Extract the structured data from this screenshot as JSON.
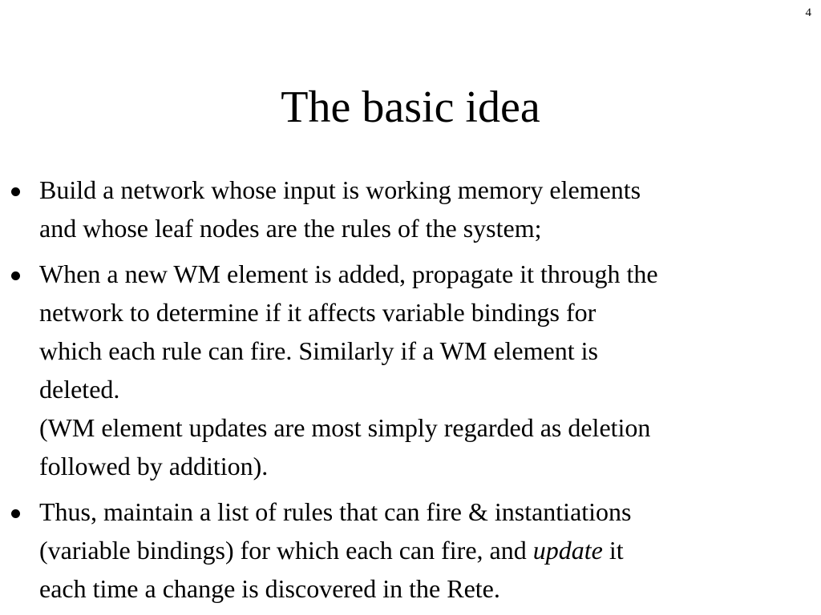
{
  "page_number": "4",
  "title": "The basic idea",
  "bullets": [
    {
      "lines": [
        "Build a network whose input is working memory elements",
        "and whose leaf nodes are the rules of the system;"
      ]
    },
    {
      "lines": [
        "When a new WM element is added, propagate it through the",
        "network to determine if it affects variable bindings for",
        "which each rule can fire. Similarly if a WM element is",
        "deleted.",
        "(WM element updates are most simply regarded as deletion",
        "followed by addition)."
      ]
    },
    {
      "lines": [
        "Thus, maintain a list of rules that can fire & instantiations",
        "(variable bindings) for which each can fire, and ",
        "update",
        " it",
        "each time a change is discovered in the Rete."
      ]
    }
  ]
}
